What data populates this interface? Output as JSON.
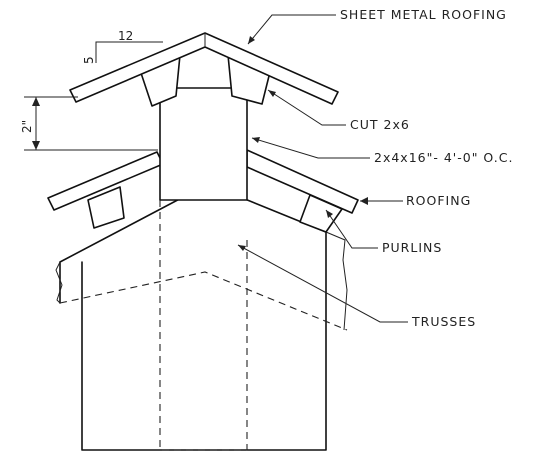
{
  "labels": {
    "sheet_metal_roofing": "SHEET METAL ROOFING",
    "cut_2x6": "CUT 2x6",
    "studs": "2x4x16\"- 4'-0\" O.C.",
    "roofing": "ROOFING",
    "purlins": "PURLINS",
    "trusses": "TRUSSES"
  },
  "dimensions": {
    "run": "12",
    "rise": "5",
    "vent_gap": "2\""
  }
}
